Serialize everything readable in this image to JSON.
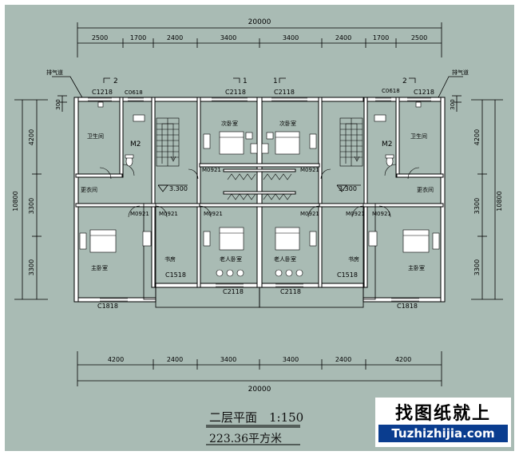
{
  "colors": {
    "paper": "#a9bbb4",
    "line": "#000000",
    "wall_fill": "#ffffff",
    "brand_blue": "#0a3d8f"
  },
  "dimensions": {
    "top_total": "20000",
    "top_segments": [
      "2500",
      "1700",
      "2400",
      "3400",
      "3400",
      "2400",
      "1700",
      "2500"
    ],
    "bottom_total": "20000",
    "bottom_segments": [
      "4200",
      "2400",
      "3400",
      "3400",
      "2400",
      "4200"
    ],
    "left_total": "10800",
    "left_segments": [
      "4200",
      "3300",
      "3300"
    ],
    "left_small": "300",
    "right_total": "10800",
    "right_segments": [
      "4200",
      "3300",
      "3300"
    ],
    "right_small": "300"
  },
  "labels": {
    "exhaust": "排气道",
    "axis_1": "1",
    "axis_2": "2",
    "elevation_left": "3.300",
    "elevation_right": "3.300"
  },
  "windows": {
    "c1218": "C1218",
    "c0618": "C0618",
    "c2118": "C2118",
    "c1518": "C1518",
    "c1818": "C1818"
  },
  "doors": {
    "m2": "M2",
    "m0921": "M0921",
    "m0921_alt": "M0921"
  },
  "rooms": {
    "toilet": "卫生间",
    "dressing": "更衣间",
    "master_bedroom": "主卧室",
    "study": "书房",
    "second_bedroom": "次卧室",
    "elder_bedroom": "老人卧室"
  },
  "caption": {
    "title": "二层平面　1:150",
    "area": "223.36平方米"
  },
  "brand": {
    "name": "找图纸就上",
    "url": "Tuzhizhijia.com"
  }
}
